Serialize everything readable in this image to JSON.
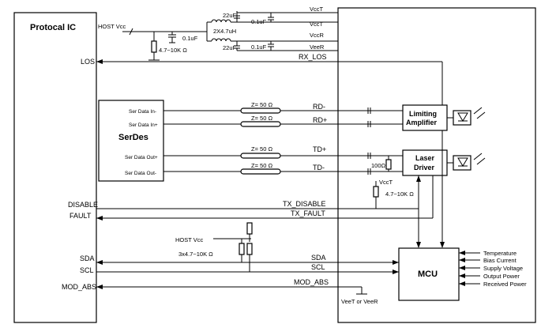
{
  "labels": {
    "protocol_ic": "Protocal IC",
    "host_vcc_top": "HOST Vcc",
    "res_top": "4.7~10K Ω",
    "cap_01u_left": "0.1uF",
    "inductor": "2X4.7uH",
    "cap_22u_top": "22uF",
    "cap_01u_top": "0.1uF",
    "cap_22u_bottom": "22uF",
    "cap_01u_bottom": "0.1uF",
    "vcc_t": "VccT",
    "vcc_t2": "VccT",
    "vcc_r": "VccR",
    "vee_r": "VeeR",
    "rx_los": "RX_LOS",
    "los": "LOS",
    "serdes": "SerDes",
    "ser_in_minus": "Ser Data In-",
    "ser_in_plus": "Ser Data In+",
    "ser_out_plus": "Ser Data Out+",
    "ser_out_minus": "Ser Data Out-",
    "z50_1": "Z= 50 Ω",
    "z50_2": "Z= 50 Ω",
    "z50_3": "Z= 50 Ω",
    "z50_4": "Z= 50 Ω",
    "rd_minus": "RD-",
    "rd_plus": "RD+",
    "td_plus": "TD+",
    "td_minus": "TD-",
    "limiting_1": "Limiting",
    "limiting_2": "Amplifier",
    "laser_1": "Laser",
    "laser_2": "Driver",
    "r100": "100Ω",
    "vcc_t_driver": "VccT",
    "res_driver": "4.7~10K Ω",
    "disable": "DISABLE",
    "fault": "FAULT",
    "tx_disable": "TX_DISABLE",
    "tx_fault": "TX_FAULT",
    "host_vcc_mid": "HOST Vcc",
    "res_mid": "3x4.7~10K Ω",
    "sda": "SDA",
    "scl": "SCL",
    "sda_r": "SDA",
    "scl_r": "SCL",
    "mod_abs": "MOD_ABS",
    "mod_abs_r": "MOD_ABS",
    "vee_t_or": "VeeT or VeeR",
    "mcu": "MCU",
    "temperature": "Temperature",
    "bias_current": "Bias Current",
    "supply_voltage": "Supply Voltage",
    "output_power": "Output Power",
    "received_power": "Received Power"
  }
}
